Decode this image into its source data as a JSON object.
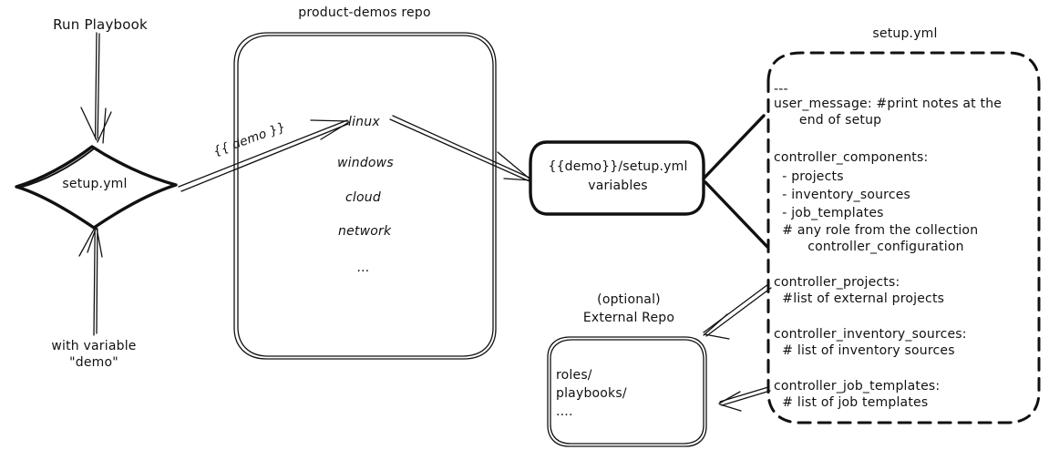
{
  "diagram": {
    "title": "Ansible product-demos setup.yml flow",
    "ink_color": "#111111",
    "background": "#ffffff"
  },
  "labels": {
    "run_playbook": "Run Playbook",
    "with_variable_line1": "with variable",
    "with_variable_line2": "\"demo\"",
    "demo_var_edge": "{{ demo }}",
    "repo_title": "product-demos repo",
    "setup_yml_title": "setup.yml",
    "external_repo_line1": "(optional)",
    "external_repo_line2": "External Repo"
  },
  "nodes": {
    "diamond": {
      "label": "setup.yml"
    },
    "repo_box": {
      "items": [
        "linux",
        "windows",
        "cloud",
        "network",
        "..."
      ]
    },
    "variables_box": {
      "line1": "{{demo}}/setup.yml",
      "line2": "variables"
    },
    "external_repo_box": {
      "lines": [
        "roles/",
        "playbooks/",
        "...."
      ]
    },
    "setup_yml_box": {
      "lines": [
        "---",
        "user_message: #print notes at the",
        "      end of setup",
        "",
        "controller_components:",
        "  - projects",
        "  - inventory_sources",
        "  - job_templates",
        "  # any role from the collection",
        "        controller_configuration",
        "",
        "controller_projects:",
        "  #list of external projects",
        "",
        "controller_inventory_sources:",
        "  # list of inventory sources",
        "",
        "controller_job_templates:",
        "  # list of job templates"
      ]
    }
  }
}
